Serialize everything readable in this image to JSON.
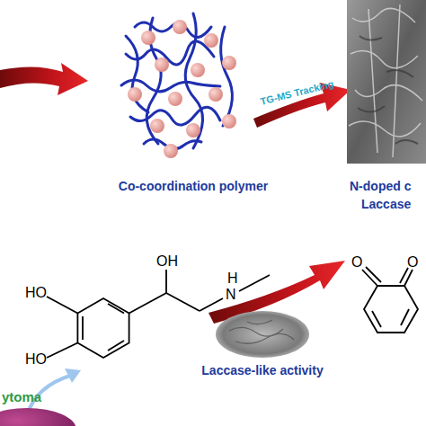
{
  "diagram": {
    "labels": [
      "Co-coordination polymer",
      "TG-MS Tracking",
      "N-doped c",
      "Laccase",
      "OH",
      "HO",
      "HO",
      "N",
      "H",
      "Laccase-like activity",
      "ytoma",
      "O",
      "O"
    ]
  }
}
